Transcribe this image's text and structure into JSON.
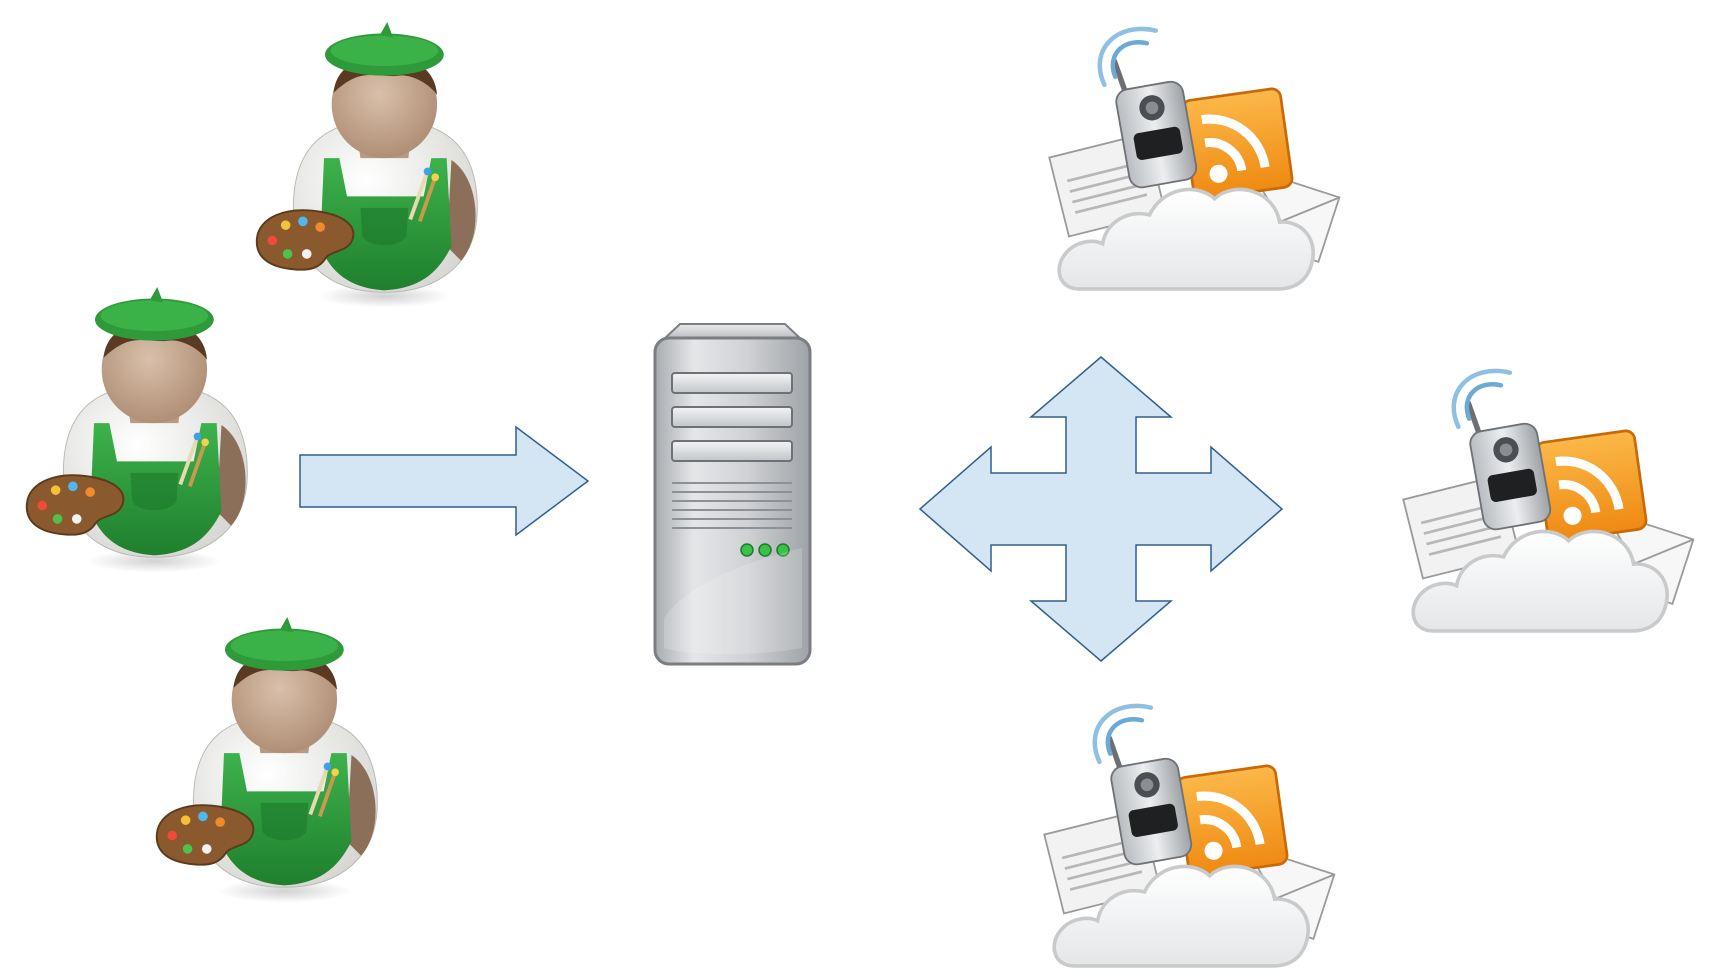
{
  "diagram": {
    "colors": {
      "arrow_fill": "#d4e6f4",
      "arrow_stroke": "#2f5f8f",
      "apron": "#2e9b3c",
      "beret": "#2f9a3a",
      "face": "#c4a48c",
      "server_body": "#c9cbce",
      "server_led": "#38c247",
      "rss_orange": "#f59a1e",
      "cloud": "#f5f6f7"
    },
    "nodes": [
      {
        "id": "artist-1",
        "kind": "artist",
        "icon": "artist-icon"
      },
      {
        "id": "artist-2",
        "kind": "artist",
        "icon": "artist-icon"
      },
      {
        "id": "artist-3",
        "kind": "artist",
        "icon": "artist-icon"
      },
      {
        "id": "server",
        "kind": "server",
        "icon": "server-tower-icon"
      },
      {
        "id": "service-top",
        "kind": "web-services",
        "icon": "web-services-cloud-icon"
      },
      {
        "id": "service-right",
        "kind": "web-services",
        "icon": "web-services-cloud-icon"
      },
      {
        "id": "service-bottom",
        "kind": "web-services",
        "icon": "web-services-cloud-icon"
      }
    ],
    "edges": [
      {
        "from": "artists",
        "to": "server",
        "style": "single-arrow",
        "icon": "arrow-right-icon"
      },
      {
        "from": "server",
        "to": "services",
        "style": "four-way-arrow",
        "icon": "four-way-arrow-icon"
      }
    ]
  }
}
